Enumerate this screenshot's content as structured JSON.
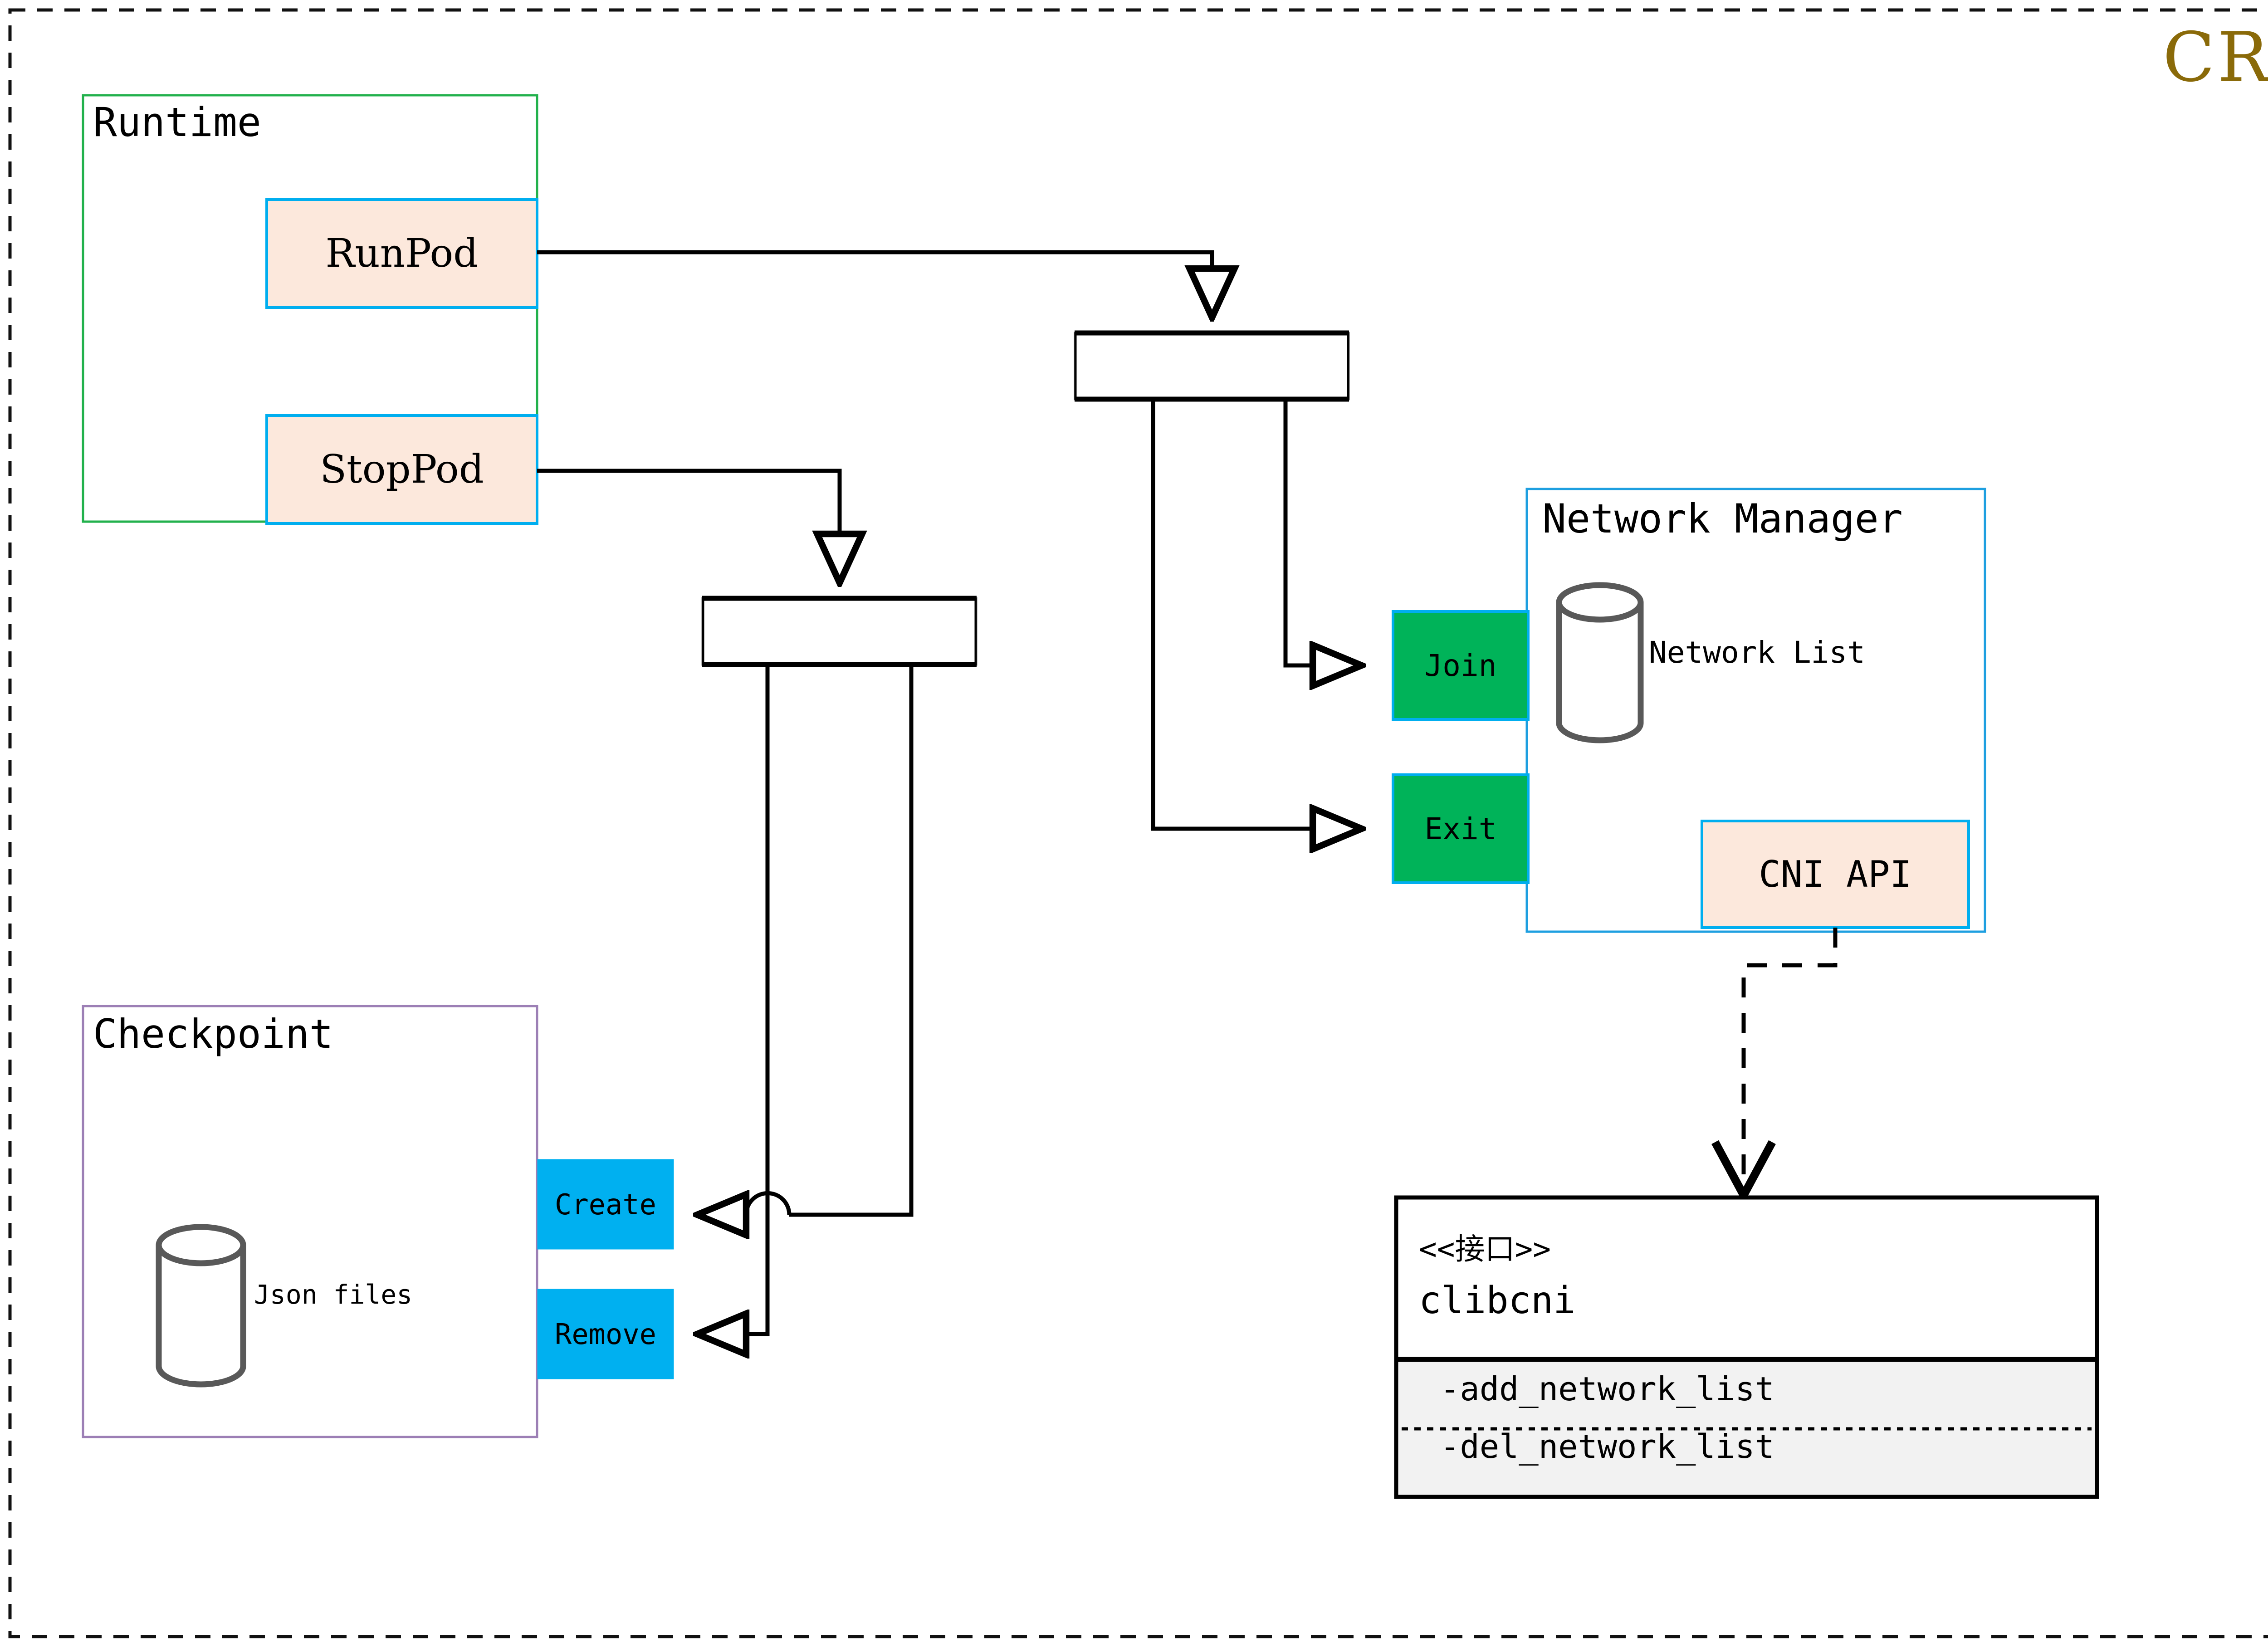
{
  "diagram": {
    "title": "CRI",
    "title_color": "#8a6a09",
    "canvas_border": "dashed-black"
  },
  "groups": {
    "runtime": {
      "label": "Runtime",
      "border_color": "#22b14c"
    },
    "checkpoint": {
      "label": "Checkpoint",
      "border_color": "#9c7fb5"
    },
    "network_manager": {
      "label": "Network Manager",
      "border_color": "#1e9fe0"
    }
  },
  "nodes": {
    "run_pod": {
      "label": "RunPod",
      "fill": "#fce8dc",
      "border": "#00aeef"
    },
    "stop_pod": {
      "label": "StopPod",
      "fill": "#fce8dc",
      "border": "#00aeef"
    },
    "join": {
      "label": "Join",
      "fill": "#00b359",
      "border": "#00aeef"
    },
    "exit": {
      "label": "Exit",
      "fill": "#00b359",
      "border": "#00aeef"
    },
    "create": {
      "label": "Create",
      "fill": "#00b0f0",
      "border": "#00b0f0"
    },
    "remove": {
      "label": "Remove",
      "fill": "#00b0f0",
      "border": "#00b0f0"
    },
    "cni_api": {
      "label": "CNI API",
      "fill": "#fce8dc",
      "border": "#00aeef"
    },
    "fork_top": {
      "label": ""
    },
    "fork_mid": {
      "label": ""
    }
  },
  "datastores": {
    "network_list": {
      "label": "Network List",
      "stroke": "#595959"
    },
    "json_files": {
      "label": "Json files",
      "stroke": "#595959"
    }
  },
  "interface": {
    "stereotype": "<<接口>>",
    "name": "clibcni",
    "methods": [
      "-add_network_list",
      "-del_network_list"
    ],
    "methods_fill": "#f2f2f2",
    "border": "#000000"
  }
}
